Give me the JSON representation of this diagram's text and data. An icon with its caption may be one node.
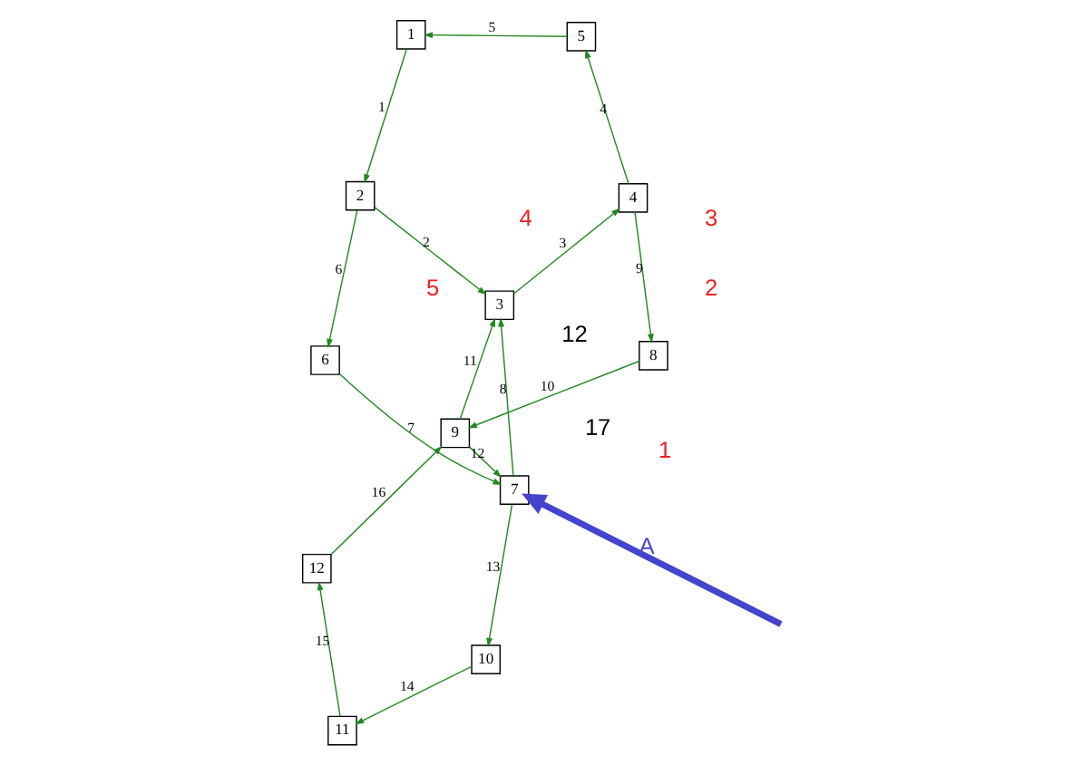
{
  "diagram": {
    "nodes": [
      {
        "text": [
          "1"
        ]
      },
      {
        "text": [
          "2"
        ]
      },
      {
        "text": [
          "3"
        ]
      },
      {
        "text": [
          "4"
        ]
      },
      {
        "text": [
          "5"
        ]
      },
      {
        "text": [
          "6"
        ]
      },
      {
        "text": [
          "7"
        ]
      },
      {
        "text": [
          "8"
        ]
      },
      {
        "text": [
          "9"
        ]
      },
      {
        "text": [
          "10"
        ]
      },
      {
        "text": [
          "11"
        ]
      },
      {
        "text": [
          "12"
        ]
      }
    ],
    "edges": [
      {
        "from": 0,
        "to": 1,
        "arrow": "to",
        "label": "1"
      },
      {
        "from": 1,
        "to": 2,
        "arrow": "to",
        "label": "2"
      },
      {
        "from": 2,
        "to": 3,
        "arrow": "to",
        "label": "3"
      },
      {
        "from": 3,
        "to": 4,
        "arrow": "to",
        "label": "4"
      },
      {
        "from": 4,
        "to": 0,
        "arrow": "to",
        "label": "5"
      },
      {
        "from": 1,
        "to": 5,
        "arrow": "to",
        "label": "6"
      },
      {
        "from": 5,
        "to": 6,
        "arrow": "to",
        "label": "7"
      },
      {
        "from": 6,
        "to": 2,
        "arrow": "to",
        "label": "8"
      },
      {
        "from": 3,
        "to": 7,
        "arrow": "to",
        "label": "9"
      },
      {
        "from": 7,
        "to": 8,
        "arrow": "to",
        "label": "10"
      },
      {
        "from": 8,
        "to": 2,
        "arrow": "to",
        "label": "11"
      },
      {
        "from": 8,
        "to": 6,
        "arrow": "to",
        "label": "12"
      },
      {
        "from": 6,
        "to": 9,
        "arrow": "to",
        "label": "13"
      },
      {
        "from": 9,
        "to": 10,
        "arrow": "to",
        "label": "14"
      },
      {
        "from": 10,
        "to": 11,
        "arrow": "to",
        "label": "15"
      },
      {
        "from": 11,
        "to": 8,
        "arrow": "to",
        "label": "16"
      },
      {
        "from": null,
        "to": 6,
        "arrow": "to",
        "label": "A",
        "style": "thick",
        "color": "#4444cc"
      }
    ],
    "labels": [
      "12",
      "17",
      "1",
      "2",
      "3",
      "4",
      "5"
    ]
  }
}
